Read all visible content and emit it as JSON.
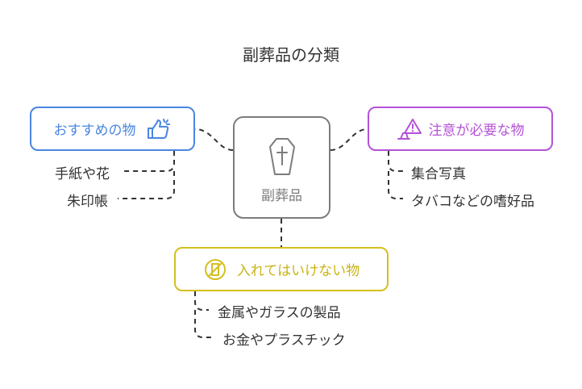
{
  "title": "副葬品の分類",
  "center": {
    "label": "副葬品",
    "icon": "coffin-icon"
  },
  "categories": [
    {
      "label": "おすすめの物",
      "icon": "thumbs-up-icon",
      "color": "#4a86e0",
      "items": [
        "手紙や花",
        "朱印帳"
      ]
    },
    {
      "label": "注意が必要な物",
      "icon": "warning-icon",
      "color": "#b552d6",
      "items": [
        "集合写真",
        "タバコなどの嗜好品"
      ]
    },
    {
      "label": "入れてはいけない物",
      "icon": "prohibited-icon",
      "color": "#d4bf1f",
      "items": [
        "金属やガラスの製品",
        "お金やプラスチック"
      ]
    }
  ]
}
